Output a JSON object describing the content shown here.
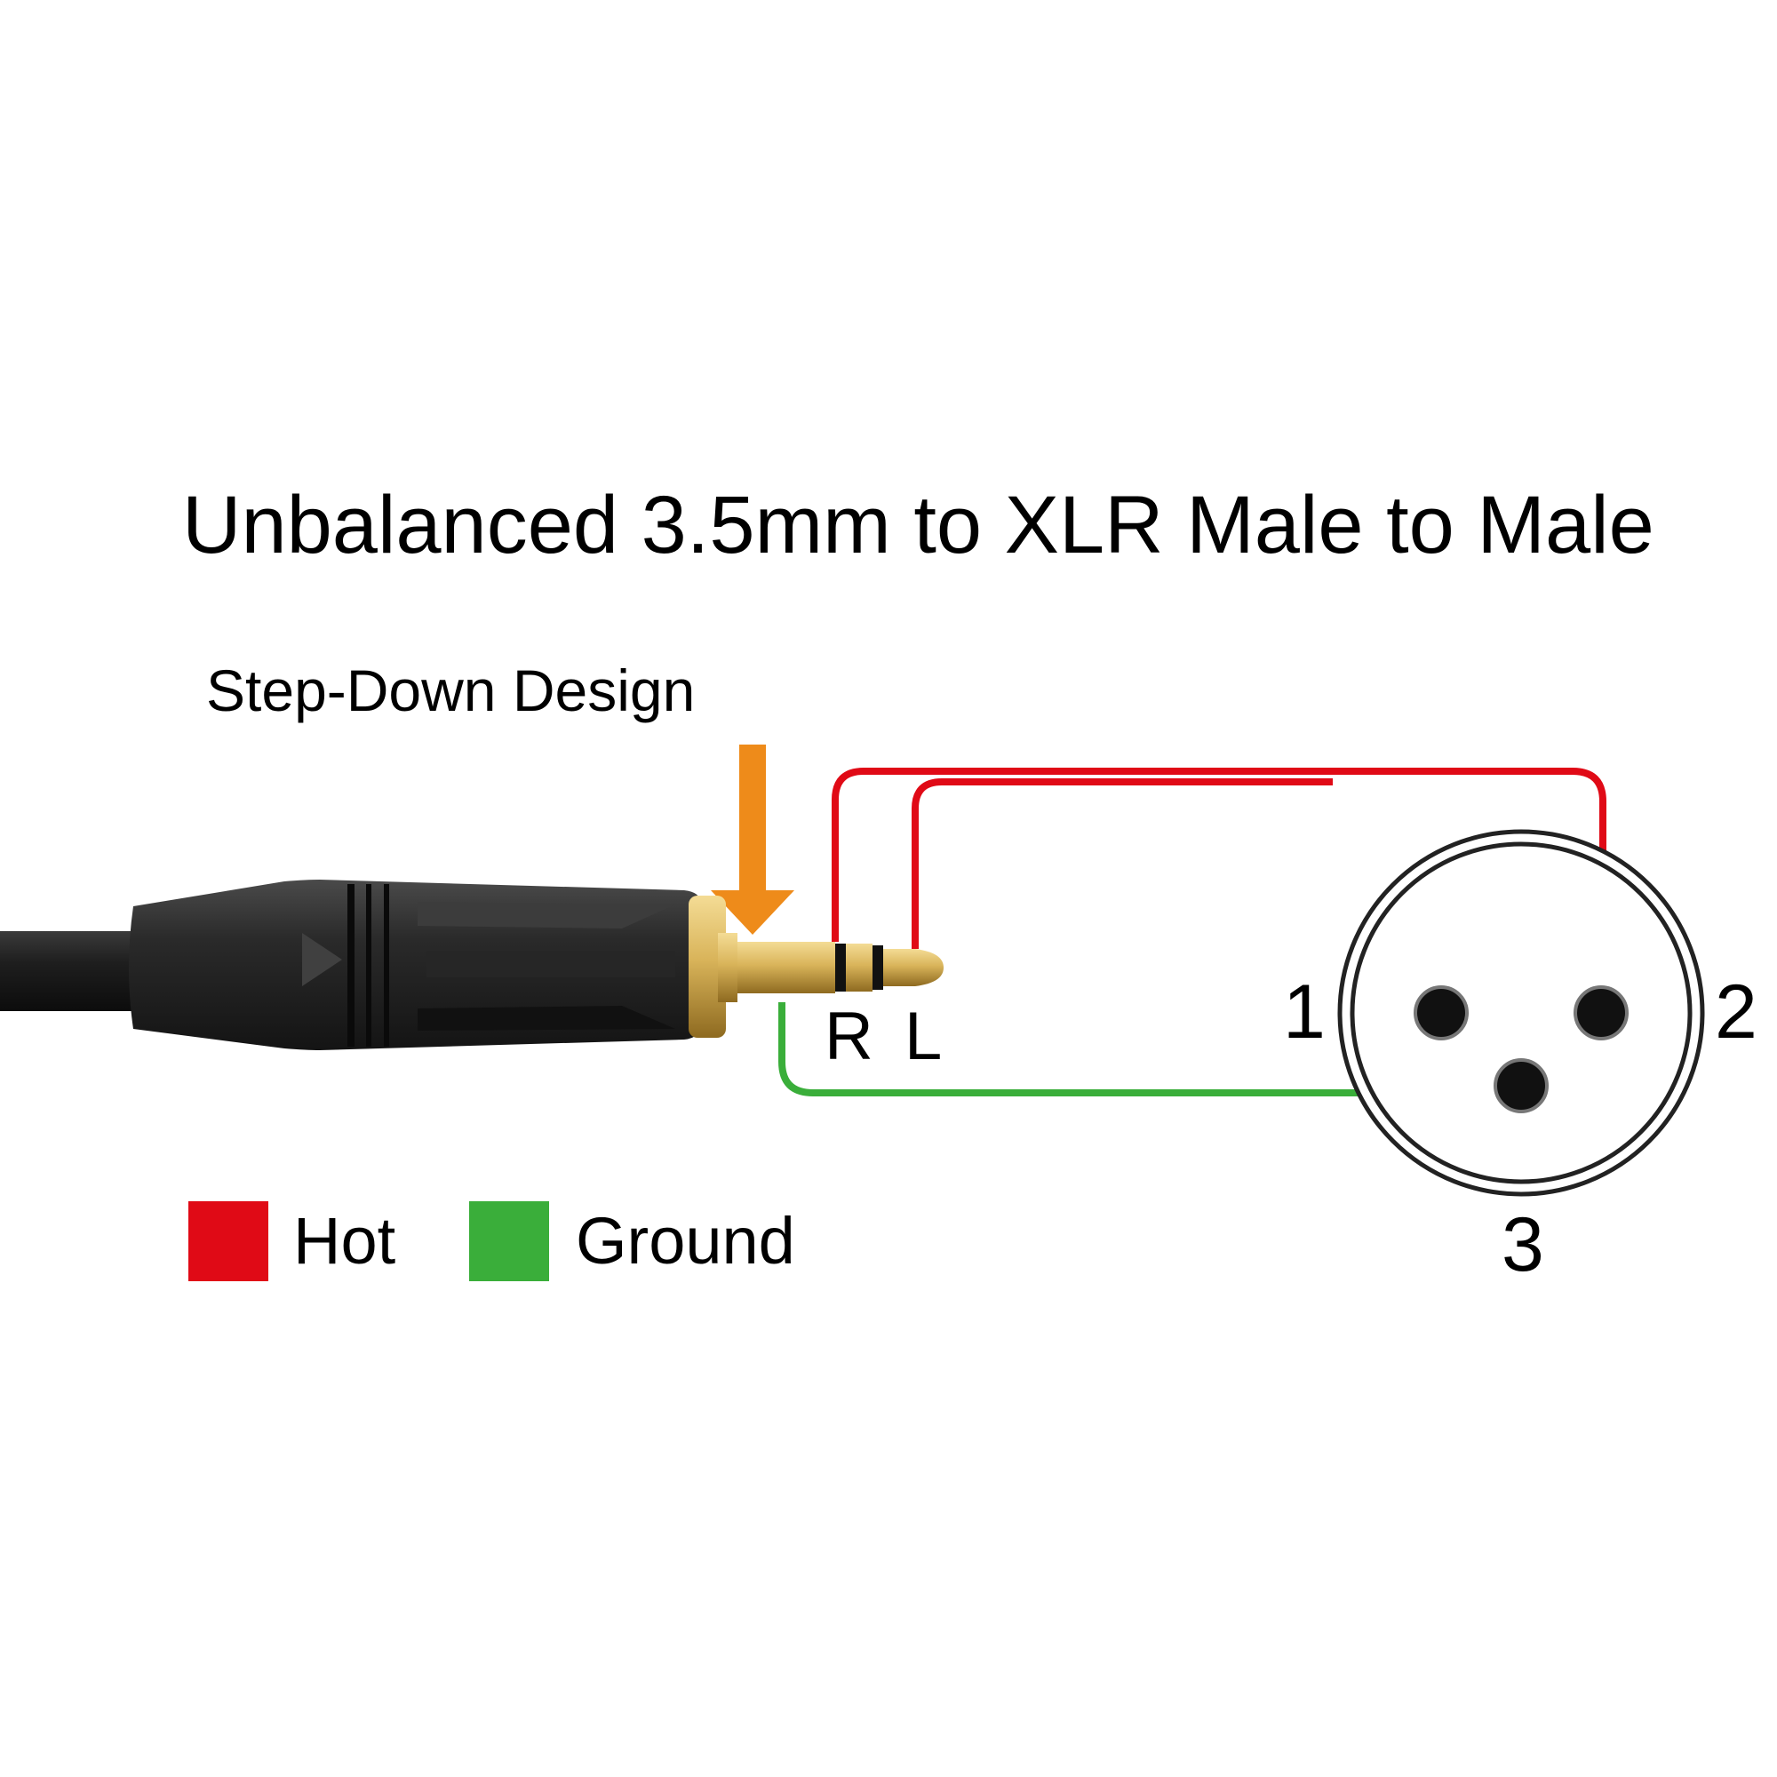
{
  "title": "Unbalanced 3.5mm to XLR Male to Male",
  "callout": {
    "label": "Step-Down Design",
    "arrow_color": "#EE8B1A"
  },
  "plug": {
    "ring_label": "R",
    "tip_label": "L"
  },
  "xlr": {
    "pin1": "1",
    "pin2": "2",
    "pin3": "3"
  },
  "colors": {
    "hot": "#E00A16",
    "ground": "#3AAE3A",
    "metal_gold": "#D9B45A",
    "body_black": "#1E1E1E"
  },
  "legend": {
    "hot_label": "Hot",
    "ground_label": "Ground"
  }
}
